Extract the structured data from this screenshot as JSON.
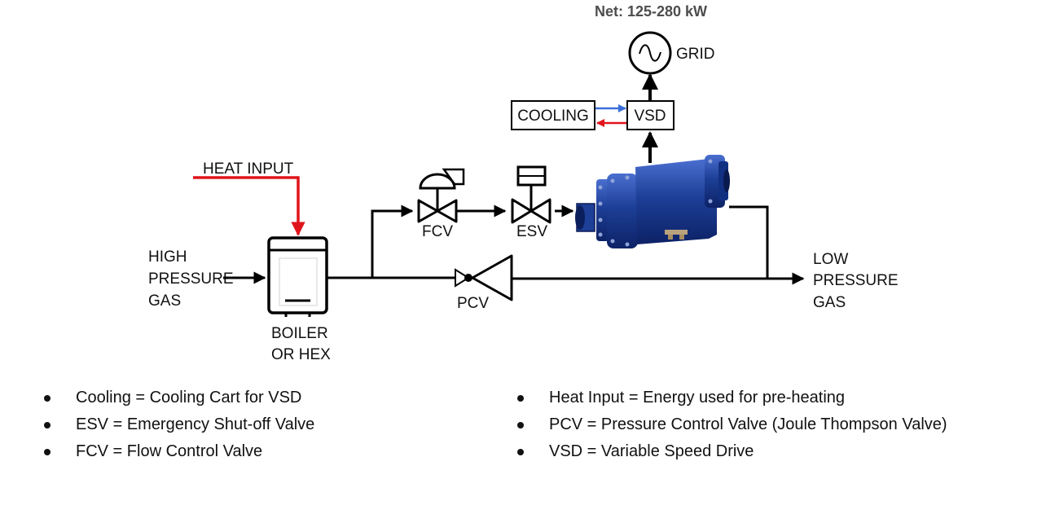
{
  "colors": {
    "line": "#000000",
    "heat_arrow": "#e0141b",
    "cooling_supply": "#3a6fd8",
    "cooling_return": "#e0141b",
    "turbine_body": "#1d3f97",
    "net_text": "#4d4d4d"
  },
  "diagram": {
    "net_label": "Net: 125-280 kW",
    "grid_label": "GRID",
    "vsd_label": "VSD",
    "cooling_label": "COOLING",
    "heat_input_label": "HEAT INPUT",
    "inlet_label": [
      "HIGH",
      "PRESSURE",
      "GAS"
    ],
    "outlet_label": [
      "LOW",
      "PRESSURE",
      "GAS"
    ],
    "boiler_label": [
      "BOILER",
      "OR HEX"
    ],
    "fcv_label": "FCV",
    "esv_label": "ESV",
    "pcv_label": "PCV",
    "icons": [
      "ac-generator-icon",
      "boiler-icon",
      "control-valve-icon",
      "shutoff-valve-icon",
      "check-valve-icon",
      "turbine-expander-image"
    ]
  },
  "legend": {
    "left": [
      "Cooling = Cooling Cart for VSD",
      "ESV = Emergency Shut-off Valve",
      "FCV = Flow Control Valve"
    ],
    "right": [
      "Heat Input = Energy used for pre-heating",
      "PCV = Pressure Control Valve (Joule Thompson Valve)",
      "VSD = Variable Speed Drive"
    ]
  }
}
